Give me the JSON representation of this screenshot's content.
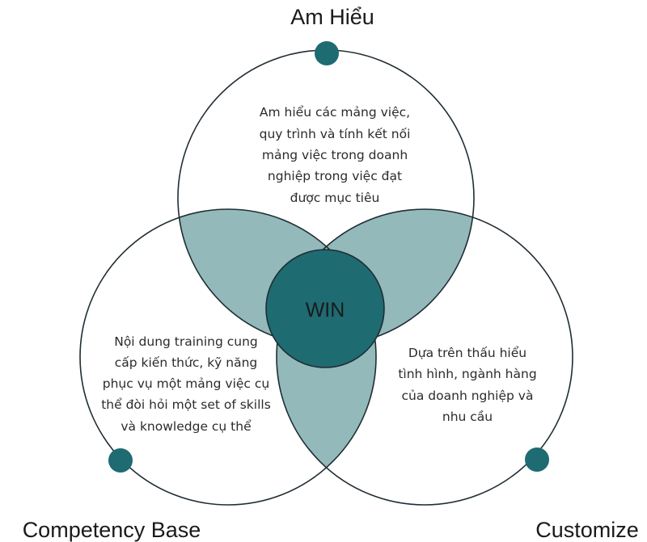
{
  "colors": {
    "outline": "#1f2d33",
    "overlap": "#93b9bb",
    "center": "#1e6b72",
    "dot": "#1e6b72",
    "center_text": "#ffffff",
    "background": "#ffffff"
  },
  "circles": {
    "top": {
      "title": "Am Hiểu",
      "text_lines": [
        "Am hiểu các mảng việc,",
        "quy trình và tính kết nối",
        "mảng việc trong doanh",
        "nghiệp trong việc đạt",
        "được mục tiêu"
      ]
    },
    "left": {
      "title": "Competency Base",
      "text_lines": [
        "Nội dung training cung",
        "cấp kiến thức, kỹ năng",
        "phục vụ một mảng việc cụ",
        "thể đòi hỏi một set of skills",
        "và knowledge cụ thể"
      ]
    },
    "right": {
      "title": "Customize",
      "text_lines": [
        "Dựa trên thấu hiểu",
        "tình hình, ngành hàng",
        "của doanh nghiệp và",
        "nhu cầu"
      ]
    }
  },
  "center": {
    "label": "WIN"
  }
}
